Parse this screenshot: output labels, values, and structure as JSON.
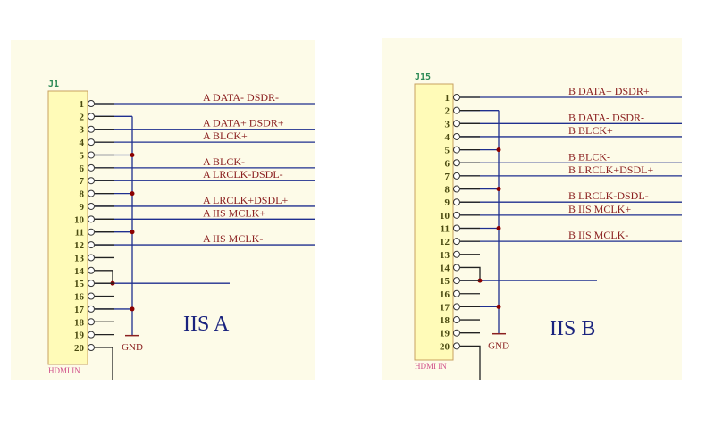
{
  "panels": [
    {
      "ref": "J1",
      "footer": "HDMI IN",
      "title": "IIS A",
      "gnd": "GND",
      "pins": [
        "1",
        "2",
        "3",
        "4",
        "5",
        "6",
        "7",
        "8",
        "9",
        "10",
        "11",
        "12",
        "13",
        "14",
        "15",
        "16",
        "17",
        "18",
        "19",
        "20"
      ],
      "signals": [
        {
          "pin": 1,
          "label": "A DATA- DSDR-"
        },
        {
          "pin": 3,
          "label": "A DATA+ DSDR+"
        },
        {
          "pin": 4,
          "label": "A BLCK+"
        },
        {
          "pin": 6,
          "label": "A BLCK-"
        },
        {
          "pin": 7,
          "label": "A LRCLK-DSDL-"
        },
        {
          "pin": 9,
          "label": "A LRCLK+DSDL+"
        },
        {
          "pin": 10,
          "label": "A IIS MCLK+"
        },
        {
          "pin": 12,
          "label": "A IIS MCLK-"
        }
      ],
      "gnd_pins": [
        2,
        5,
        8,
        11,
        17
      ]
    },
    {
      "ref": "J15",
      "footer": "HDMI IN",
      "title": "IIS B",
      "gnd": "GND",
      "pins": [
        "1",
        "2",
        "3",
        "4",
        "5",
        "6",
        "7",
        "8",
        "9",
        "10",
        "11",
        "12",
        "13",
        "14",
        "15",
        "16",
        "17",
        "18",
        "19",
        "20"
      ],
      "signals": [
        {
          "pin": 1,
          "label": "B DATA+ DSDR+"
        },
        {
          "pin": 3,
          "label": "B DATA- DSDR-"
        },
        {
          "pin": 4,
          "label": "B BLCK+"
        },
        {
          "pin": 6,
          "label": "B BLCK-"
        },
        {
          "pin": 7,
          "label": "B LRCLK+DSDL+"
        },
        {
          "pin": 9,
          "label": "B LRCLK-DSDL-"
        },
        {
          "pin": 10,
          "label": "B IIS MCLK+"
        },
        {
          "pin": 12,
          "label": "B IIS MCLK-"
        }
      ],
      "gnd_pins": [
        2,
        5,
        8,
        11,
        17
      ]
    }
  ],
  "colors": {
    "bg": "#fdfbe8",
    "box": "#fffbb8",
    "wire": "#1f2f8f",
    "stub": "#222222",
    "junction": "#8b0000"
  }
}
